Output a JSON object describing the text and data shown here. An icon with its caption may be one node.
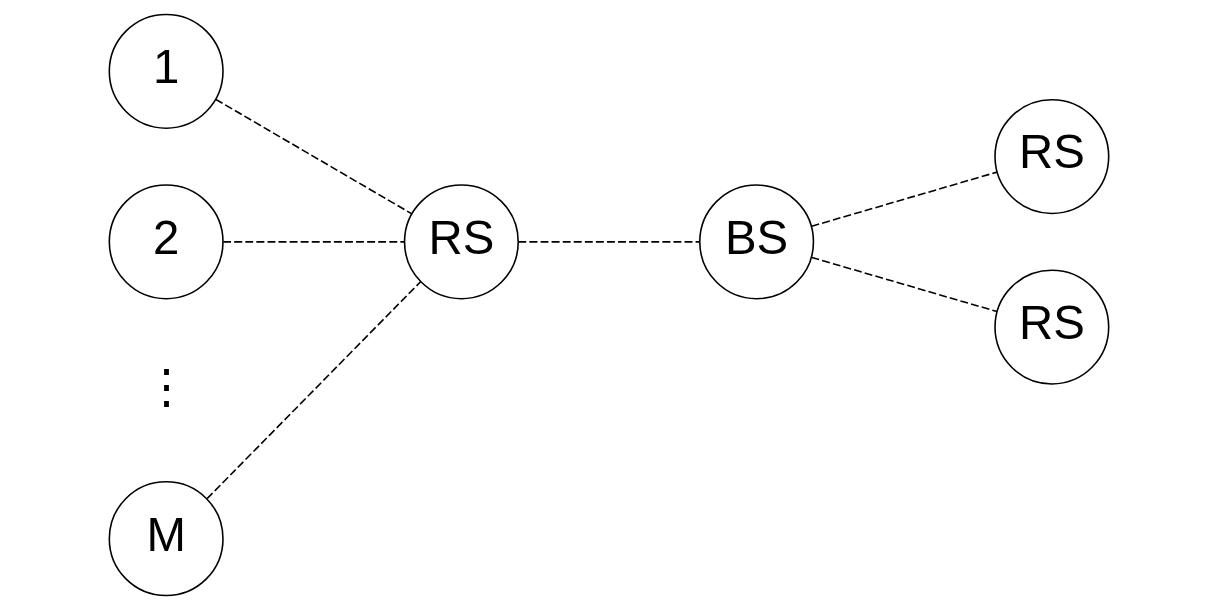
{
  "diagram": {
    "nodes": [
      {
        "text": [
          "1"
        ]
      },
      {
        "text": [
          "2"
        ]
      },
      {
        "text": [
          "M"
        ]
      },
      {
        "text": [
          "RS"
        ]
      },
      {
        "text": [
          "BS"
        ]
      },
      {
        "text": [
          "RS"
        ]
      },
      {
        "text": [
          "RS"
        ]
      }
    ],
    "edges": [
      {
        "from": 0,
        "to": 3,
        "arrow": "none",
        "style": "dashed"
      },
      {
        "from": 1,
        "to": 3,
        "arrow": "none",
        "style": "dashed"
      },
      {
        "from": 2,
        "to": 3,
        "arrow": "none",
        "style": "dashed"
      },
      {
        "from": 3,
        "to": 4,
        "arrow": "none",
        "style": "dashed"
      },
      {
        "from": 4,
        "to": 5,
        "arrow": "none",
        "style": "dashed"
      },
      {
        "from": 4,
        "to": 6,
        "arrow": "none",
        "style": "dashed"
      }
    ],
    "labels": [
      "⋮"
    ]
  }
}
